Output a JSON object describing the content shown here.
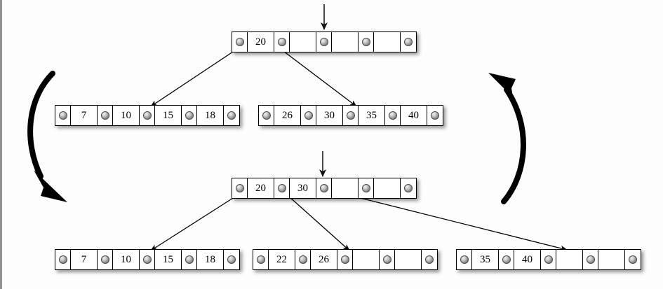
{
  "diagram": {
    "title": "B-tree node split illustration",
    "background_color": "#fdfdfd",
    "line_color": "#000000",
    "node_fill": "#ffffff",
    "pointer_glyph": "pointer-dot"
  },
  "trees": [
    {
      "name": "before-split",
      "root": {
        "name": "root-node-before",
        "cells": [
          {
            "type": "pointer",
            "label": ""
          },
          {
            "type": "key",
            "label": "20"
          },
          {
            "type": "pointer",
            "label": ""
          },
          {
            "type": "key",
            "label": ""
          },
          {
            "type": "pointer",
            "label": ""
          },
          {
            "type": "key",
            "label": ""
          },
          {
            "type": "pointer",
            "label": ""
          },
          {
            "type": "key",
            "label": ""
          },
          {
            "type": "pointer",
            "label": ""
          }
        ]
      },
      "leaves": [
        {
          "name": "leaf-before-left",
          "cells": [
            {
              "type": "pointer",
              "label": ""
            },
            {
              "type": "key",
              "label": "7"
            },
            {
              "type": "pointer",
              "label": ""
            },
            {
              "type": "key",
              "label": "10"
            },
            {
              "type": "pointer",
              "label": ""
            },
            {
              "type": "key",
              "label": "15"
            },
            {
              "type": "pointer",
              "label": ""
            },
            {
              "type": "key",
              "label": "18"
            },
            {
              "type": "pointer",
              "label": ""
            }
          ]
        },
        {
          "name": "leaf-before-right",
          "cells": [
            {
              "type": "pointer",
              "label": ""
            },
            {
              "type": "key",
              "label": "26"
            },
            {
              "type": "pointer",
              "label": ""
            },
            {
              "type": "key",
              "label": "30"
            },
            {
              "type": "pointer",
              "label": ""
            },
            {
              "type": "key",
              "label": "35"
            },
            {
              "type": "pointer",
              "label": ""
            },
            {
              "type": "key",
              "label": "40"
            },
            {
              "type": "pointer",
              "label": ""
            }
          ]
        }
      ]
    },
    {
      "name": "after-split",
      "root": {
        "name": "root-node-after",
        "cells": [
          {
            "type": "pointer",
            "label": ""
          },
          {
            "type": "key",
            "label": "20"
          },
          {
            "type": "pointer",
            "label": ""
          },
          {
            "type": "key",
            "label": "30"
          },
          {
            "type": "pointer",
            "label": ""
          },
          {
            "type": "key",
            "label": ""
          },
          {
            "type": "pointer",
            "label": ""
          },
          {
            "type": "key",
            "label": ""
          },
          {
            "type": "pointer",
            "label": ""
          }
        ]
      },
      "leaves": [
        {
          "name": "leaf-after-left",
          "cells": [
            {
              "type": "pointer",
              "label": ""
            },
            {
              "type": "key",
              "label": "7"
            },
            {
              "type": "pointer",
              "label": ""
            },
            {
              "type": "key",
              "label": "10"
            },
            {
              "type": "pointer",
              "label": ""
            },
            {
              "type": "key",
              "label": "15"
            },
            {
              "type": "pointer",
              "label": ""
            },
            {
              "type": "key",
              "label": "18"
            },
            {
              "type": "pointer",
              "label": ""
            }
          ]
        },
        {
          "name": "leaf-after-middle",
          "cells": [
            {
              "type": "pointer",
              "label": ""
            },
            {
              "type": "key",
              "label": "22"
            },
            {
              "type": "pointer",
              "label": ""
            },
            {
              "type": "key",
              "label": "26"
            },
            {
              "type": "pointer",
              "label": ""
            },
            {
              "type": "key",
              "label": ""
            },
            {
              "type": "pointer",
              "label": ""
            },
            {
              "type": "key",
              "label": ""
            },
            {
              "type": "pointer",
              "label": ""
            }
          ]
        },
        {
          "name": "leaf-after-right",
          "cells": [
            {
              "type": "pointer",
              "label": ""
            },
            {
              "type": "key",
              "label": "35"
            },
            {
              "type": "pointer",
              "label": ""
            },
            {
              "type": "key",
              "label": "40"
            },
            {
              "type": "pointer",
              "label": ""
            },
            {
              "type": "key",
              "label": ""
            },
            {
              "type": "pointer",
              "label": ""
            },
            {
              "type": "key",
              "label": ""
            },
            {
              "type": "pointer",
              "label": ""
            }
          ]
        }
      ]
    }
  ],
  "annotations": {
    "transition_arrow_left": "curved-arrow-down-left",
    "transition_arrow_right": "curved-arrow-up-right",
    "insertion_pointer_top": "down-arrow-into-root-before",
    "insertion_pointer_bottom": "down-arrow-into-root-after"
  }
}
